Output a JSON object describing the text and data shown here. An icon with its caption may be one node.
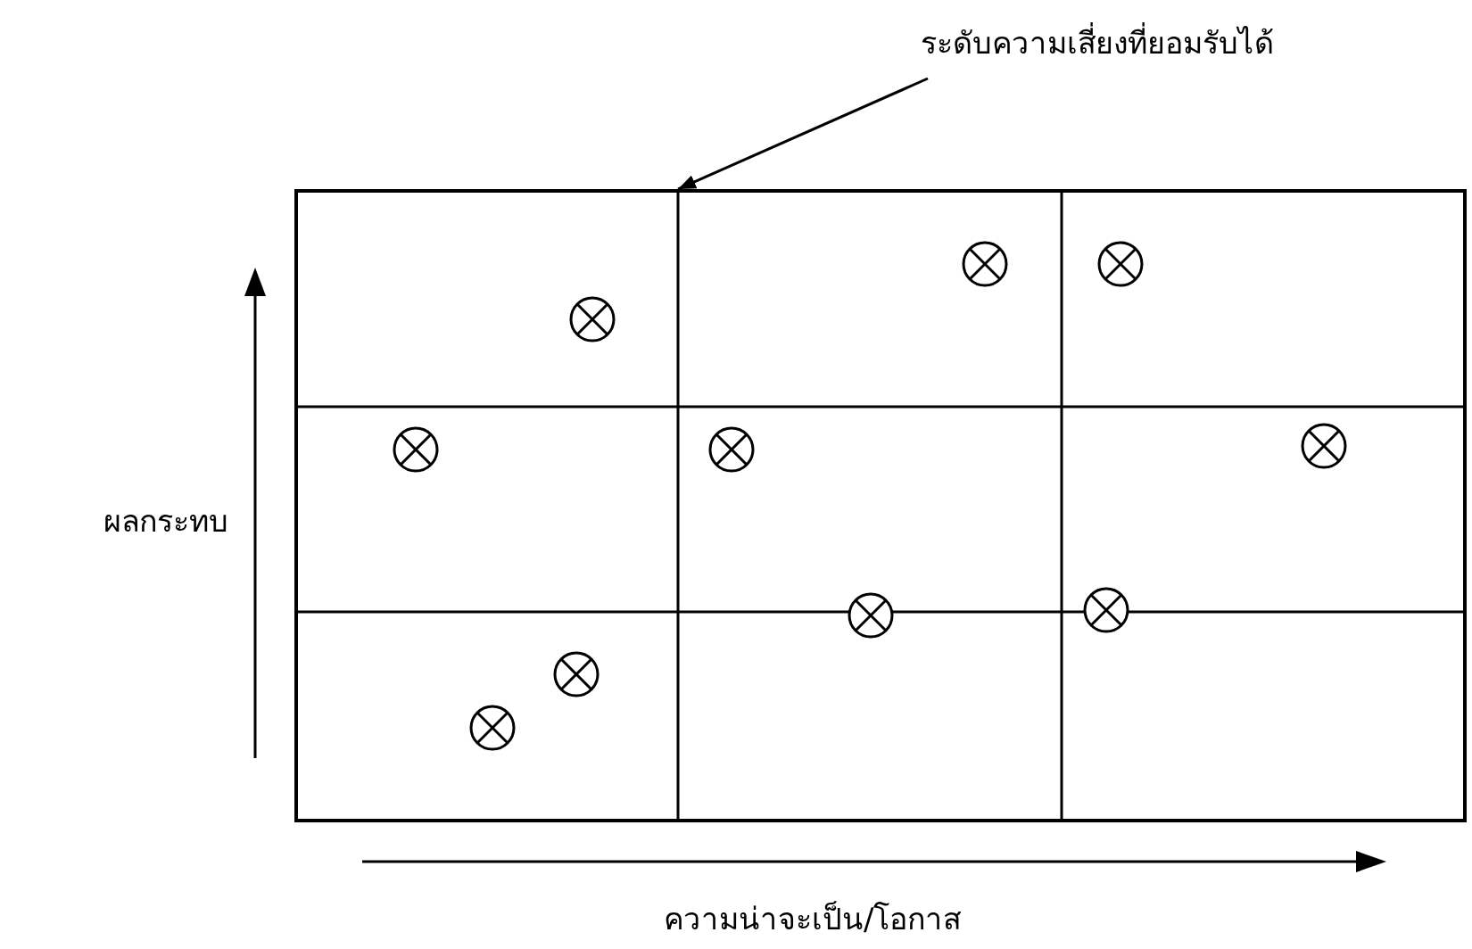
{
  "diagram": {
    "nodes": [
      {
        "text": [
          "ระดับความเสี่ยงที่ยอมรับได้"
        ]
      },
      {
        "text": [],
        "shape": "box"
      }
    ],
    "edges": [
      {
        "from": 0,
        "to": 1,
        "arrow": "to"
      }
    ],
    "labels": [
      "ผลกระทบ",
      "ความน่าจะเป็น/โอกาส"
    ]
  }
}
